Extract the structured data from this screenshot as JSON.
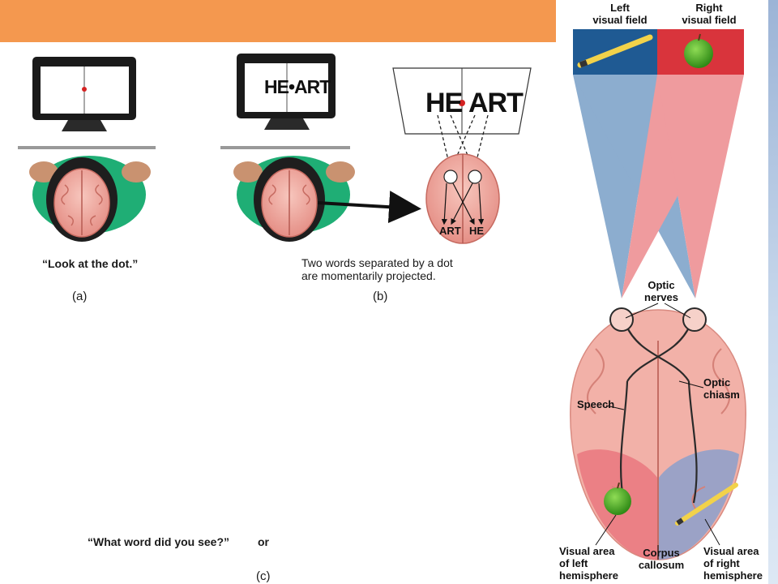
{
  "panel_a": {
    "letter": "(a)",
    "caption": "“Look at the dot.”"
  },
  "panel_b": {
    "letter": "(b)",
    "monitor_word": "HE•ART",
    "screen_left": "HE",
    "screen_right": "ART",
    "caption_line1": "Two words separated by a dot",
    "caption_line2": "are momentarily projected.",
    "brain_left_output": "ART",
    "brain_right_output": "HE"
  },
  "panel_c": {
    "letter": "(c)",
    "question": "“What word did you see?”",
    "or_text": "or"
  },
  "figure": {
    "left_field_line1": "Left",
    "left_field_line2": "visual field",
    "right_field_line1": "Right",
    "right_field_line2": "visual field",
    "optic_nerves_line1": "Optic",
    "optic_nerves_line2": "nerves",
    "optic_chiasm_line1": "Optic",
    "optic_chiasm_line2": "chiasm",
    "speech": "Speech",
    "corpus_line1": "Corpus",
    "corpus_line2": "callosum",
    "left_area_line1": "Visual area",
    "left_area_line2": "of left",
    "left_area_line3": "hemisphere",
    "right_area_line1": "Visual area",
    "right_area_line2": "of right",
    "right_area_line3": "hemisphere"
  },
  "colors": {
    "banner": "#f4984f",
    "left_field_blue": "#1f5a93",
    "right_field_red": "#d9343c",
    "brain_pink": "#f2b1a8",
    "shirt_green": "#1fae75",
    "apple_green": "#49a827",
    "pencil_yellow": "#f2d24a"
  }
}
